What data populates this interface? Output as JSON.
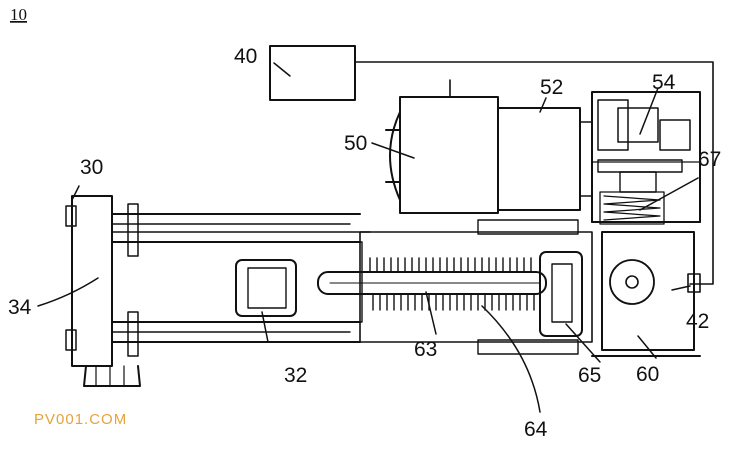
{
  "figure": {
    "number": "10",
    "watermark": "PV001.COM",
    "ink_color": "#111111",
    "watermark_color": "#e8a23c"
  },
  "labels": {
    "l30": "30",
    "l32": "32",
    "l34": "34",
    "l40": "40",
    "l42": "42",
    "l50": "50",
    "l52": "52",
    "l54": "54",
    "l60": "60",
    "l63": "63",
    "l64": "64",
    "l65": "65",
    "l67": "67"
  }
}
